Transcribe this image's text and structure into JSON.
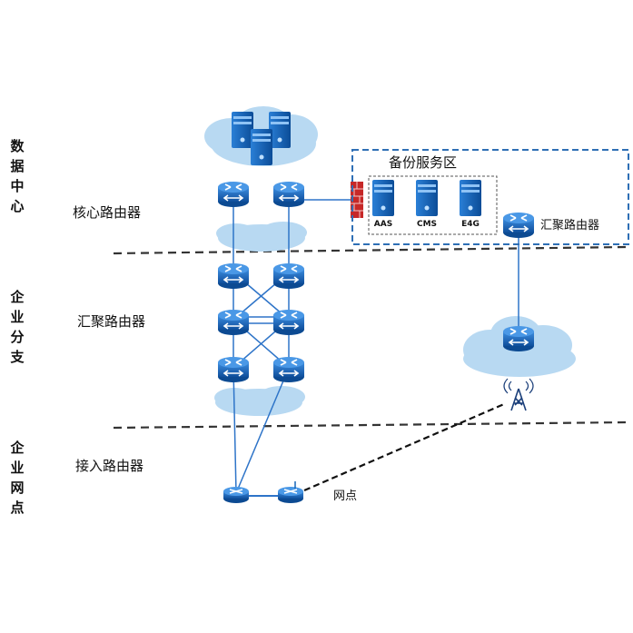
{
  "zones": {
    "data_center": "数据中心",
    "branch": "企业分支",
    "outlet": "企业网点"
  },
  "layers": {
    "core_router": "核心路由器",
    "aggregation_router": "汇聚路由器",
    "access_router": "接入路由器"
  },
  "backup": {
    "title": "备份服务区",
    "servers": [
      "AAS",
      "CMS",
      "E4G"
    ],
    "aggregation_router": "汇聚路由器"
  },
  "outlet_label": "网点",
  "colors": {
    "router": "#1565b8",
    "cloud": "#b8d9f2",
    "server": "#0d5db8",
    "firewall": "#c62828",
    "link": "#2e74c8",
    "divider": "#333333",
    "backup_border": "#2f6fb5"
  },
  "icons": [
    "router-icon",
    "server-icon",
    "cloud-icon",
    "firewall-icon",
    "antenna-tower-icon"
  ]
}
